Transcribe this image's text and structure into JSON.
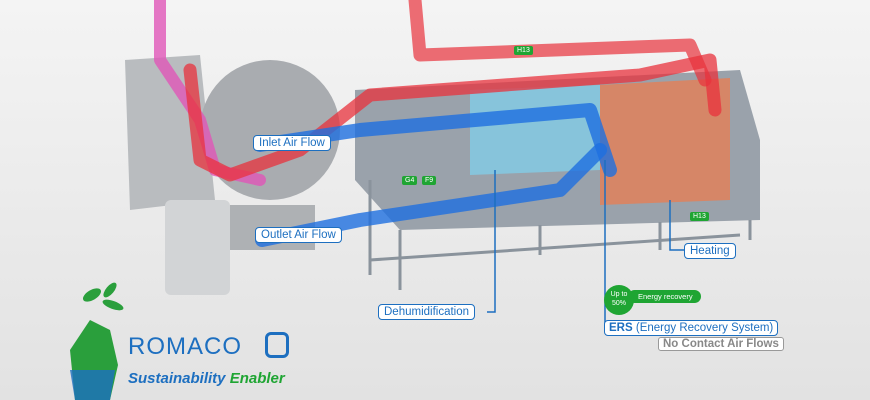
{
  "labels": {
    "inlet": "Inlet Air Flow",
    "outlet": "Outlet Air Flow",
    "dehumidification": "Dehumidification",
    "heating": "Heating",
    "ers_abbr": "ERS",
    "ers_full": "(Energy Recovery System)",
    "no_contact": "No Contact Air Flows"
  },
  "badge": {
    "up_to": "Up to",
    "percent": "50%",
    "text": "Energy recovery"
  },
  "filter_tags": {
    "h13_top": "H13",
    "h13_right": "H13",
    "g4": "G4",
    "f9": "F9"
  },
  "brand": {
    "logo": "ROMACO",
    "slogan_part1": "Sustainability",
    "slogan_part2": "Enabler"
  },
  "colors": {
    "brand_blue": "#1d6fc0",
    "brand_green": "#1fa533",
    "hot_air": "#e8323c",
    "cold_air": "#1e6fe0"
  }
}
